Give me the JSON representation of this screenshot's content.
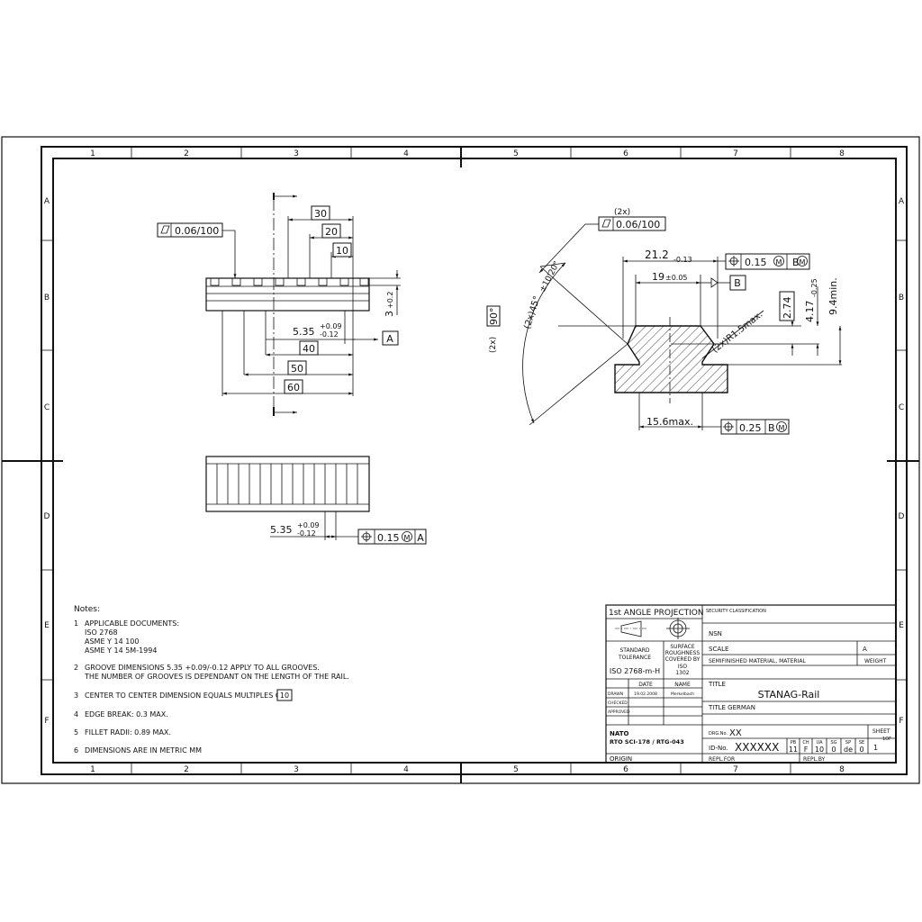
{
  "frame": {
    "columns": [
      "1",
      "2",
      "3",
      "4",
      "5",
      "6",
      "7",
      "8"
    ],
    "rows": [
      "A",
      "B",
      "C",
      "D",
      "E",
      "F"
    ]
  },
  "top_view": {
    "flatness": "0.06/100",
    "dim_30": "30",
    "dim_20": "20",
    "dim_10": "10",
    "dim_3": "3",
    "dim_3_tol": "+0.2",
    "dim_535": "5.35",
    "dim_535_tol_up": "+0.09",
    "dim_535_tol_lo": "-0.12",
    "datum_a": "A",
    "dim_40": "40",
    "dim_50": "50",
    "dim_60": "60"
  },
  "side_view": {
    "dim_535": "5.35",
    "dim_535_tol_up": "+0.09",
    "dim_535_tol_lo": "-0.12",
    "position_tol": "0.15",
    "modifier": "M",
    "datum": "A"
  },
  "section_view": {
    "count_2x_top": "(2x)",
    "flatness": "0.06/100",
    "dim_212": "21.2",
    "dim_212_tol": "-0.13",
    "position_tol_1": "0.15",
    "datum_bm": "B",
    "dim_19": "19",
    "dim_19_tol": "±0.05",
    "datum_b": "B",
    "dim_274": "2.74",
    "dim_417": "4.17",
    "dim_417_tol": "-0.25",
    "dim_94": "9.4min.",
    "angle_90": "90°",
    "angle_90_count": "(2x)",
    "angle_45": "(2x)45°",
    "angle_45_tol": "±10'20\"",
    "radius": "(2x)R1.5max.",
    "dim_156": "15.6max.",
    "position_tol_2": "0.25",
    "modifier": "M"
  },
  "notes": {
    "heading": "Notes:",
    "items": [
      {
        "num": "1",
        "lines": [
          "APPLICABLE DOCUMENTS:",
          "ISO 2768",
          "ASME Y 14 100",
          "ASME Y 14 5M-1994"
        ]
      },
      {
        "num": "2",
        "lines": [
          "GROOVE DIMENSIONS 5.35 +0.09/-0.12 APPLY TO ALL GROOVES.",
          "THE NUMBER OF GROOVES IS DEPENDANT ON THE LENGTH OF THE RAIL."
        ]
      },
      {
        "num": "3",
        "lines": [
          "CENTER TO CENTER DIMENSION EQUALS MULTIPLES OF"
        ],
        "boxed": "10"
      },
      {
        "num": "4",
        "lines": [
          "EDGE BREAK: 0.3 MAX."
        ]
      },
      {
        "num": "5",
        "lines": [
          "FILLET RADII: 0.89 MAX."
        ]
      },
      {
        "num": "6",
        "lines": [
          "DIMENSIONS ARE IN METRIC MM"
        ]
      }
    ]
  },
  "title_block": {
    "projection": "1st ANGLE PROJECTION",
    "security": "SECURITY CLASSIFICATION",
    "nsn": "NSN",
    "standard_tolerance_1": "STANDARD",
    "standard_tolerance_2": "TOLERANCE",
    "tolerance_value": "ISO 2768-m-H",
    "surface_1": "SURFACE",
    "surface_2": "ROUGHNESS",
    "surface_3": "COVERED BY",
    "surface_4": "ISO",
    "surface_5": "1302",
    "scale_label": "SCALE",
    "scale_value": "A",
    "material": "SEMIFINISHED MATERIAL, MATERIAL",
    "weight": "WEIGHT",
    "date_label": "DATE",
    "name_label": "NAME",
    "drawn": "DRAWN",
    "drawn_date": "19.02.2008",
    "drawn_name": "Merkelbach",
    "checked": "CHECKED",
    "approved": "APPROVED",
    "title_label": "TITLE",
    "title_value": "STANAG-Rail",
    "title_german": "TITLE GERMAN",
    "nato": "NATO",
    "rto": "RTO SCI-178 / RTG-043",
    "dwg_label": "DRG.No.",
    "dwg_value": "XX",
    "id_label": "ID-No.",
    "id_value": "XXXXXX",
    "code_headers": [
      "PB",
      "CH",
      "UA",
      "SG",
      "SP",
      "SE"
    ],
    "code_values": [
      "11",
      "F",
      "10",
      "0",
      "de",
      "0"
    ],
    "sheet_label": "SHEET",
    "sheet_of": "1OF",
    "sheet_value": "1",
    "origin": "ORIGIN",
    "repl_for": "REPL.FOR",
    "repl_by": "REPL.BY"
  }
}
